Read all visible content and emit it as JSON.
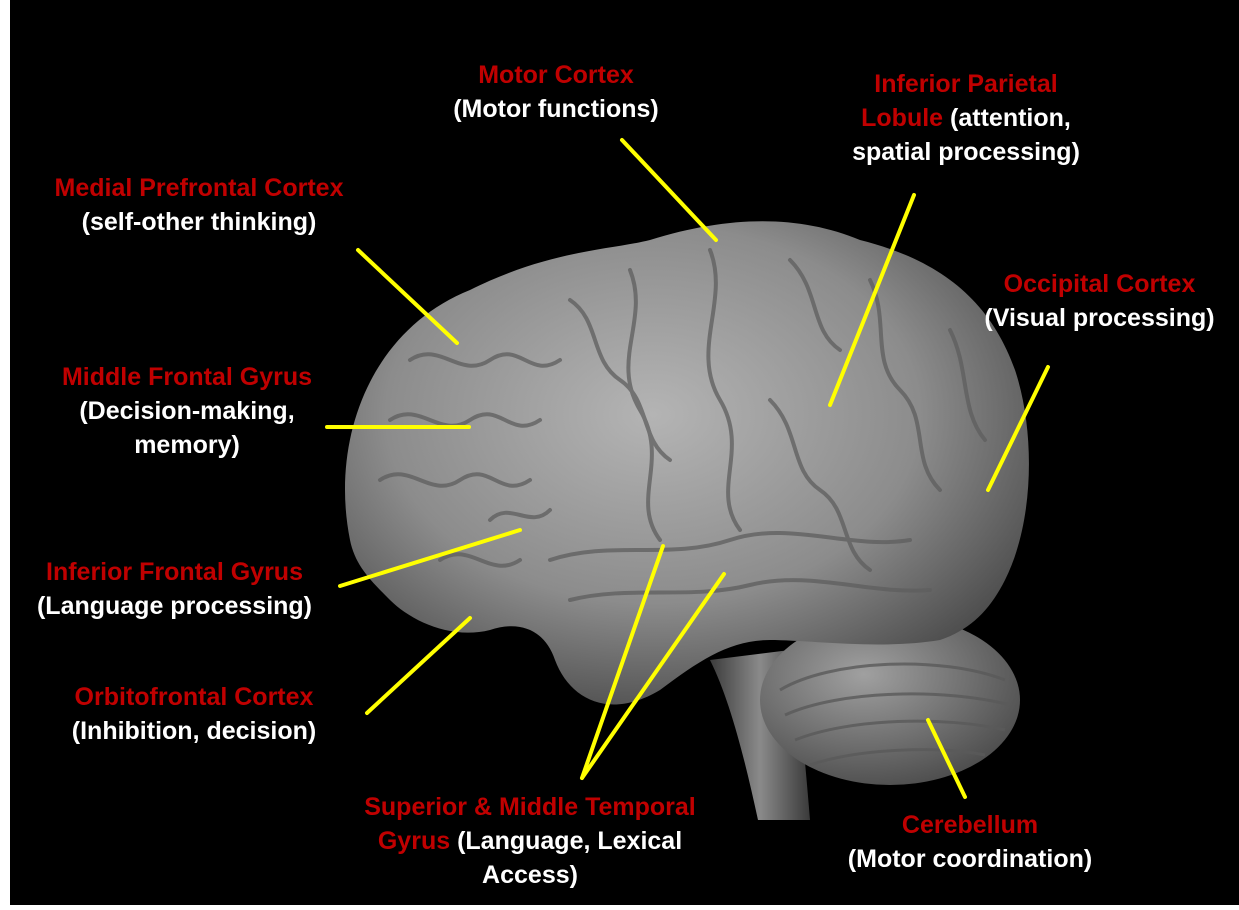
{
  "colors": {
    "background": "#000000",
    "region_name": "#c00000",
    "description": "#ffffff",
    "leader_line": "#ffff00",
    "brain": "#8a8a8a"
  },
  "labels": {
    "motor_cortex": {
      "name": "Motor Cortex",
      "desc": "(Motor functions)"
    },
    "inferior_parietal": {
      "name1": "Inferior Parietal",
      "name2": "Lobule",
      "desc1": "(attention,",
      "desc2": "spatial processing)"
    },
    "medial_prefrontal": {
      "name": "Medial Prefrontal Cortex",
      "desc": "(self-other thinking)"
    },
    "occipital": {
      "name": "Occipital Cortex",
      "desc": "(Visual processing)"
    },
    "middle_frontal": {
      "name": "Middle Frontal Gyrus",
      "desc1": "(Decision-making,",
      "desc2": "memory)"
    },
    "inferior_frontal": {
      "name": "Inferior Frontal Gyrus",
      "desc": "(Language processing)"
    },
    "orbitofrontal": {
      "name": "Orbitofrontal Cortex",
      "desc": "(Inhibition, decision)"
    },
    "temporal": {
      "name1": "Superior & Middle Temporal",
      "name2": "Gyrus",
      "desc1": "(Language, Lexical",
      "desc2": "Access)"
    },
    "cerebellum": {
      "name": "Cerebellum",
      "desc": "(Motor coordination)"
    }
  }
}
